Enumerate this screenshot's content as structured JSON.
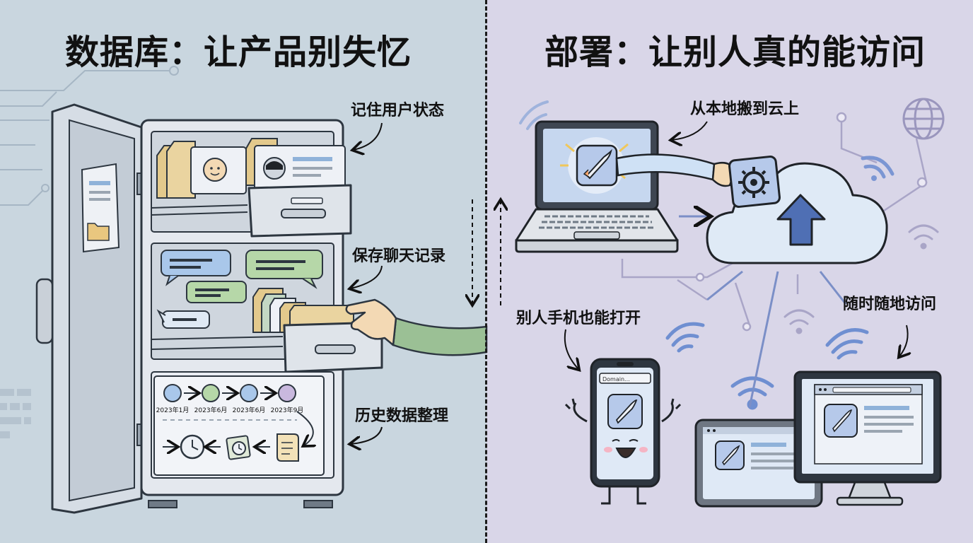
{
  "left": {
    "title": "数据库：让产品别失忆",
    "labels": {
      "remember_user_state": "记住用户状态",
      "save_chat_records": "保存聊天记录",
      "organize_history_data": "历史数据整理"
    },
    "timeline": [
      "2023年1月",
      "2023年6月",
      "2023年6月",
      "2023年9月"
    ]
  },
  "right": {
    "title": "部署：让别人真的能访问",
    "labels": {
      "local_to_cloud": "从本地搬到云上",
      "phone_can_open": "别人手机也能打开",
      "access_anywhere": "随时随地访问"
    },
    "phone_url_bar": "Domain..."
  },
  "colors": {
    "left_bg": "#c9d6df",
    "right_bg": "#d9d6e8",
    "cabinet": "#e4e8ee",
    "cloud": "#dfeaf6",
    "chat_blue": "#a9c7ea",
    "chat_green": "#b6d7a8",
    "sleeve_green": "#9bc095"
  }
}
